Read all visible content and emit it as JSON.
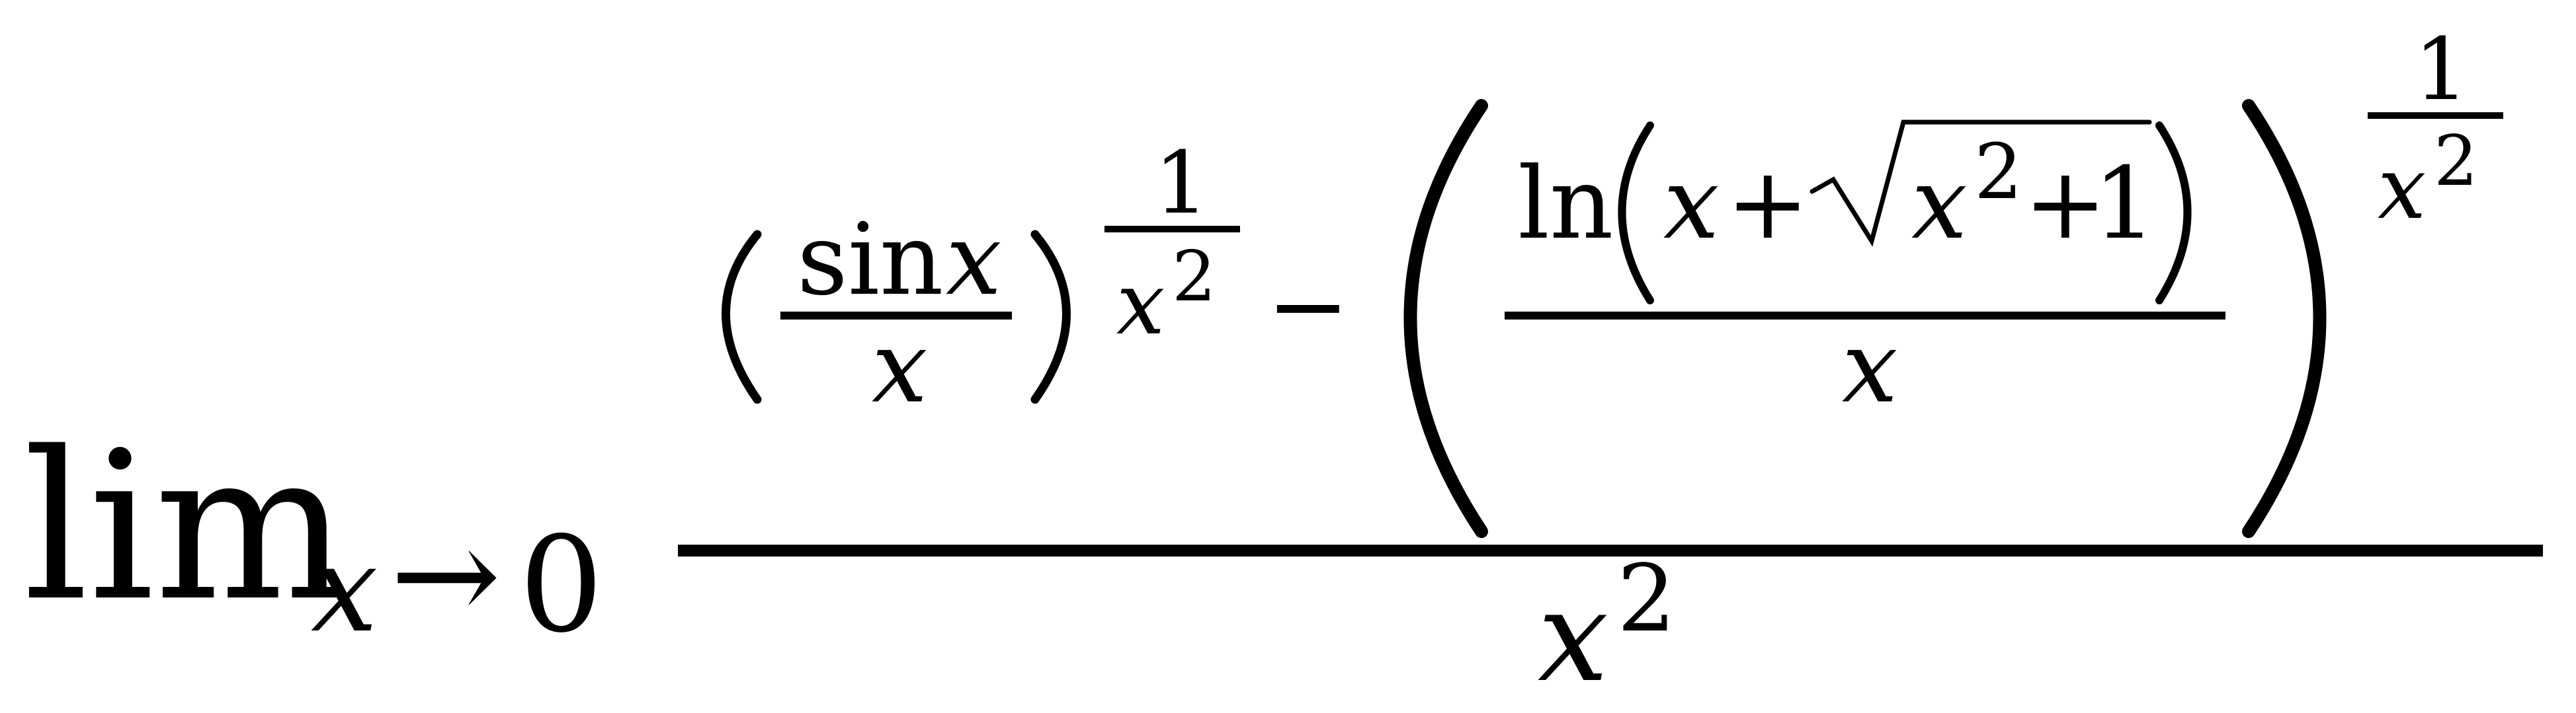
{
  "formula": {
    "limit_operator": "lim",
    "limit_variable": "x",
    "limit_arrow": "→",
    "limit_target": "0",
    "numerator": {
      "first_term": {
        "function_name": "sin",
        "function_argument": "x",
        "denominator": "x",
        "exponent_numerator": "1",
        "exponent_denominator_base": "x",
        "exponent_denominator_power": "2"
      },
      "minus_sign": "−",
      "second_term": {
        "function_name": "ln",
        "argument_variable": "x",
        "plus_sign_1": "+",
        "radicand_base": "x",
        "radicand_power": "2",
        "plus_sign_2": "+",
        "radicand_constant": "1",
        "denominator": "x",
        "exponent_numerator": "1",
        "exponent_denominator_base": "x",
        "exponent_denominator_power": "2"
      }
    },
    "denominator": {
      "base": "x",
      "power": "2"
    }
  }
}
